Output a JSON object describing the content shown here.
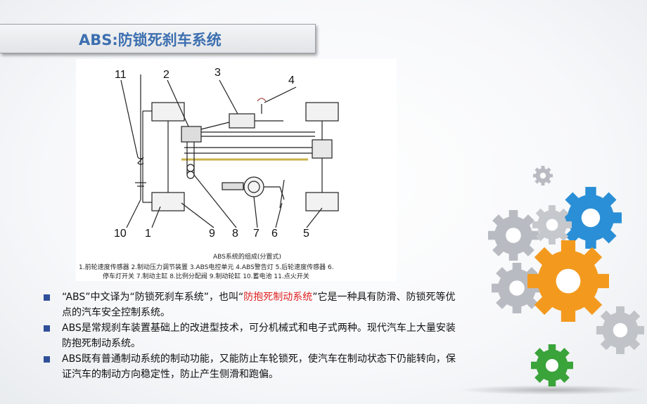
{
  "title": "ABS:防锁死刹车系统",
  "diagram": {
    "numbers": [
      "11",
      "2",
      "3",
      "4",
      "10",
      "1",
      "9",
      "8",
      "7",
      "6",
      "5"
    ],
    "caption_title": "ABS系统的组成(分置式)",
    "caption_line1": "1.前轮速度传感器 2.制动压力调节装置 3.ABS电控单元 4.ABS警告灯 5.后轮速度传感器 6.",
    "caption_line2": "停车灯开关 7.制动主缸 8.比例分配阀 9.制动轮缸 10.蓄电池 11.点火开关"
  },
  "bullets": {
    "b1_pre": "“ABS”中文译为“防锁死刹车系统”，也叫“",
    "b1_red": "防抱死制动系统",
    "b1_post": "”它是一种具有防滑、防锁死等优点的汽车安全控制系统。",
    "b2": "ABS是常规刹车装置基础上的改进型技术，可分机械式和电子式两种。现代汽车上大量安装防抱死制动系统。",
    "b3": "ABS既有普通制动系统的制动功能，又能防止车轮锁死，使汽车在制动状态下仍能转向，保证汽车的制动方向稳定性，防止产生侧滑和跑偏。"
  },
  "colors": {
    "title": "#3d6fb0",
    "bullet_square": "#2f4f99",
    "highlight": "#e02020",
    "gear_blue": "#2a8fd6",
    "gear_orange": "#f39a1e",
    "gear_green": "#3aa33a",
    "gear_gray": "#b8bcc2"
  }
}
